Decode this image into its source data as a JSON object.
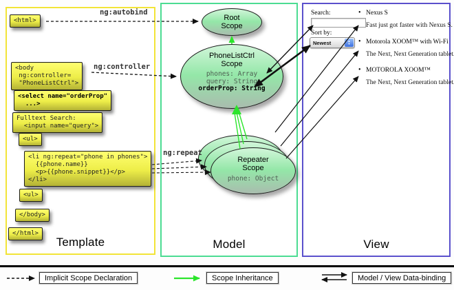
{
  "columns": {
    "template": {
      "label": "Template"
    },
    "model": {
      "label": "Model"
    },
    "view": {
      "label": "View"
    }
  },
  "annotations": {
    "ng_autobind": "ng:autobind",
    "ng_controller": "ng:controller",
    "ng_repeat": "ng:repeat"
  },
  "template": {
    "html_open": "<html>",
    "body_open": "<body\n ng:controller=\n \"PhoneListCtrl\">",
    "select": "<select name=\"orderProp\"\n  ...>",
    "fulltext": "Fulltext Search:\n  <input name=\"query\">",
    "ul_a": "<ul>",
    "li_repeat": "<li ng:repeat=\"phone in phones\">\n  {{phone.name}}\n  <p>{{phone.snippet}}</p>\n</li>",
    "ul_b": "<ul>",
    "body_close": "</body>",
    "html_close": "</html>"
  },
  "model": {
    "root_scope_title": "Root\nScope",
    "phonelist_title": "PhoneListCtrl\nScope",
    "prop_phones": "phones: Array",
    "prop_query": "query: String",
    "prop_orderprop": "orderProp: String",
    "repeater_title": "Repeater\nScope",
    "repeater_prop": "phone: Object"
  },
  "view": {
    "search_label": "Search:",
    "search_value": "",
    "sort_label": "Sort by:",
    "sort_value": "Newest",
    "bullet": "•",
    "items": [
      {
        "title": "Nexus S",
        "desc": "Fast just got faster with Nexus S."
      },
      {
        "title": "Motorola XOOM™ with Wi-Fi",
        "desc": "The Next, Next Generation tablet."
      },
      {
        "title": "MOTOROLA XOOM™",
        "desc": "The Next, Next Generation tablet."
      }
    ]
  },
  "legend": {
    "implicit": "Implicit Scope Declaration",
    "inheritance": "Scope Inheritance",
    "databinding": "Model / View Data-binding"
  },
  "icons": {
    "stepper_up": "▲",
    "stepper_down": "▼"
  },
  "colors": {
    "template_border": "#f2e437",
    "model_border": "#4bdc92",
    "view_border": "#5a50cc",
    "code_box_yellow": "#eded48",
    "scope_green_top": "#d2f6da",
    "scope_green_bottom": "#a9bcae",
    "inheritance_green": "#2ce52c",
    "arrow_black": "#111111"
  }
}
